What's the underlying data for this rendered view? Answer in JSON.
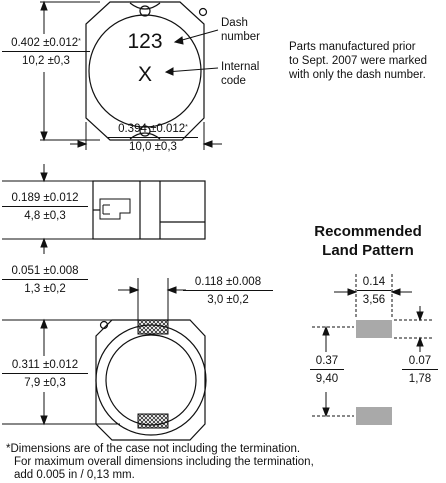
{
  "component": {
    "dash_number": "123",
    "internal_code": "X",
    "callout_dash": [
      "Dash",
      "number"
    ],
    "callout_internal": [
      "Internal",
      "code"
    ]
  },
  "dimensions": {
    "height_top": {
      "inch": "0.402 ±0.012",
      "mark": "*",
      "mm": "10,2 ±0,3"
    },
    "width_top": {
      "inch": "0.394 ±0.012",
      "mark": "*",
      "mm": "10,0 ±0,3"
    },
    "side_height": {
      "inch": "0.189 ±0.012",
      "mm": "4,8 ±0,3"
    },
    "term_width": {
      "inch": "0.051 ±0.008",
      "mm": "1,3 ±0,2"
    },
    "term_gap": {
      "inch": "0.118 ±0.008",
      "mm": "3,0 ±0,2"
    },
    "bottom_height": {
      "inch": "0.311 ±0.012",
      "mm": "7,9 ±0,3"
    }
  },
  "note_parts": [
    "Parts manufactured prior",
    "to Sept. 2007 were marked",
    "with only the dash number."
  ],
  "land_pattern": {
    "title": [
      "Recommended",
      "Land Pattern"
    ],
    "pad_width": {
      "inch": "0.14",
      "mm": "3,56"
    },
    "pad_span": {
      "inch": "0.37",
      "mm": "9,40"
    },
    "pad_height": {
      "inch": "0.07",
      "mm": "1,78"
    }
  },
  "footnote": [
    "*Dimensions are of the case not including the termination.",
    "For maximum overall dimensions including the termination,",
    "add 0.005 in / 0,13 mm."
  ]
}
